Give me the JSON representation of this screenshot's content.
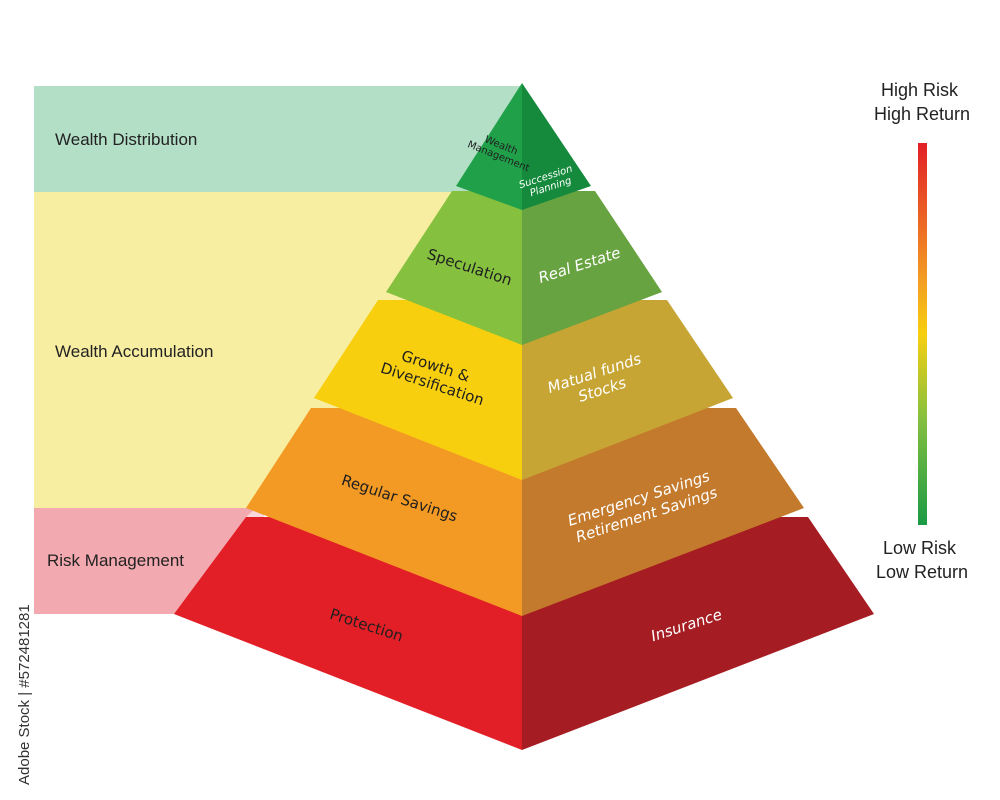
{
  "bands": {
    "distribution": {
      "label": "Wealth Distribution",
      "color": "#b3dfc7"
    },
    "accumulation": {
      "label": "Wealth Accumulation",
      "color": "#f8eea2"
    },
    "risk": {
      "label": "Risk Management",
      "color": "#f2a9b0"
    }
  },
  "tiers": {
    "top": {
      "left_line1": "Wealth",
      "left_line2": "Management",
      "right_line1": "Succession",
      "right_line2": "Planning",
      "left_color": "#21a04a",
      "right_color": "#158a3c"
    },
    "speculation": {
      "left": "Speculation",
      "right": "Real Estate",
      "left_color": "#86c03f",
      "right_color": "#67a340"
    },
    "growth": {
      "left_line1": "Growth &",
      "left_line2": "Diversification",
      "right_line1": "Matual funds",
      "right_line2": "Stocks",
      "left_color": "#f7cf0f",
      "right_color": "#c7a534"
    },
    "savings": {
      "left": "Regular Savings",
      "right_line1": "Emergency Savings",
      "right_line2": "Retirement Savings",
      "left_color": "#f39a24",
      "right_color": "#c47a2c"
    },
    "protection": {
      "left": "Protection",
      "right": "Insurance",
      "left_color": "#e21f26",
      "right_color": "#a51c22"
    }
  },
  "scale": {
    "top_line1": "High Risk",
    "top_line2": "High Return",
    "bottom_line1": "Low Risk",
    "bottom_line2": "Low Return",
    "colors": [
      "#e21f26",
      "#f39a24",
      "#f7cf0f",
      "#86c03f",
      "#1a9a45"
    ]
  },
  "stock_id": "Adobe Stock | #572481281"
}
